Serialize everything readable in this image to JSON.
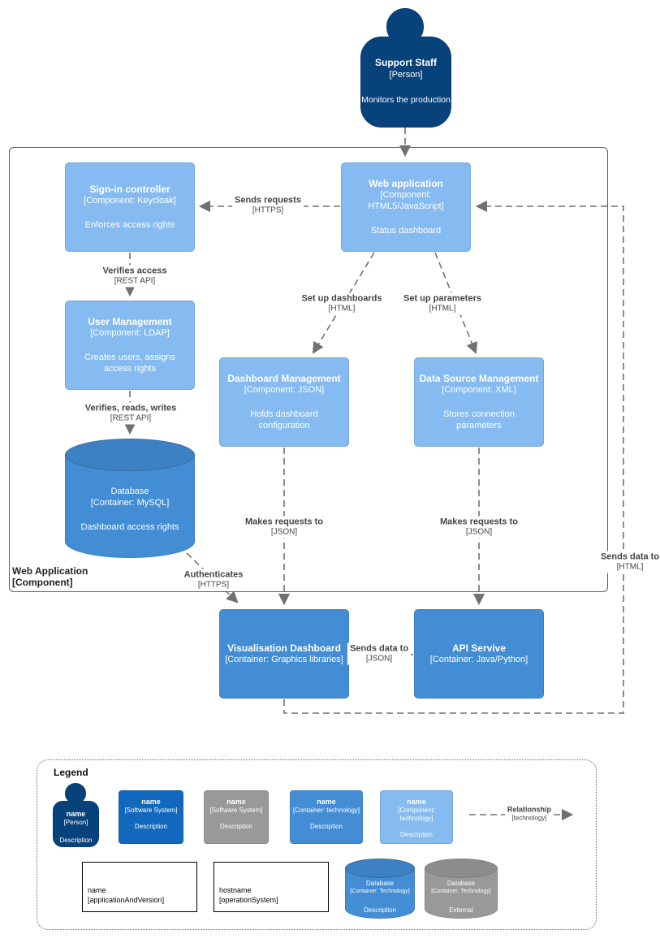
{
  "person": {
    "name": "Support Staff",
    "type": "[Person]",
    "description": "Monitors the production"
  },
  "boundary": {
    "name": "Web Application",
    "type": "[Component]"
  },
  "nodes": {
    "signin": {
      "name": "Sign-in controller",
      "type": "[Component: Keycloak]",
      "description": "Enforces access rights"
    },
    "webapp": {
      "name": "Web application",
      "type": "[Component: HTML5/JavaScript]",
      "description": "Status dashboard"
    },
    "user_mgmt": {
      "name": "User Management",
      "type": "[Component: LDAP]",
      "description": "Creates users, assigns access rights"
    },
    "dashboard_mgmt": {
      "name": "Dashboard Management",
      "type": "[Component: JSON]",
      "description": "Holds dashboard configuration"
    },
    "datasource_mgmt": {
      "name": "Data Source Management",
      "type": "[Component: XML]",
      "description": "Stores connection parameters"
    },
    "database": {
      "name": "Database",
      "type": "[Container: MySQL]",
      "description": "Dashboard access rights"
    },
    "vis_dashboard": {
      "name": "Visualisation Dashboard",
      "type": "[Container: Graphics libraries]"
    },
    "api_service": {
      "name": "API Servive",
      "type": "[Container: Java/Python]"
    }
  },
  "relationships": {
    "sends_requests": {
      "label": "Sends requests",
      "tech": "[HTTPS]"
    },
    "verifies_access": {
      "label": "Verifies access",
      "tech": "[REST API]"
    },
    "verifies_reads_writes": {
      "label": "Verifies, reads, writes",
      "tech": "[REST API]"
    },
    "setup_dashboards": {
      "label": "Set up dashboards",
      "tech": "[HTML]"
    },
    "setup_parameters": {
      "label": "Set up parameters",
      "tech": "[HTML]"
    },
    "makes_requests_dash": {
      "label": "Makes requests to",
      "tech": "[JSON]"
    },
    "makes_requests_data": {
      "label": "Makes requests to",
      "tech": "[JSON]"
    },
    "authenticates": {
      "label": "Authenticates",
      "tech": "[HTTPS]"
    },
    "sends_data_json": {
      "label": "Sends data to",
      "tech": "[JSON]"
    },
    "sends_data_html": {
      "label": "Sends data to",
      "tech": "[HTML]"
    }
  },
  "legend": {
    "title": "Legend",
    "person": {
      "name": "name",
      "type": "[Person]",
      "description": "Description"
    },
    "system_internal": {
      "name": "name",
      "type": "[Software System]",
      "description": "Description"
    },
    "system_external": {
      "name": "name",
      "type": "[Software System]",
      "description": "Description"
    },
    "container": {
      "name": "name",
      "type": "[Container: technology]",
      "description": "Description"
    },
    "component": {
      "name": "name",
      "type": "[Component: technology]",
      "description": "Description"
    },
    "relationship": {
      "label": "Relationship",
      "tech": "[technology]"
    },
    "app_node": {
      "name": "name",
      "type": "[applicationAndVersion]"
    },
    "host_node": {
      "name": "hostname",
      "type": "[operationSystem]"
    },
    "db_internal": {
      "name": "Database",
      "type": "[Container: Technology]",
      "description": "Description"
    },
    "db_external": {
      "name": "Database",
      "type": "[Container: Technology]",
      "description": "External"
    }
  },
  "colors": {
    "person": "#08427b",
    "software_system": "#1168bd",
    "external": "#999999",
    "container": "#438dd5",
    "component": "#85bbf0",
    "edge": "#707070"
  }
}
